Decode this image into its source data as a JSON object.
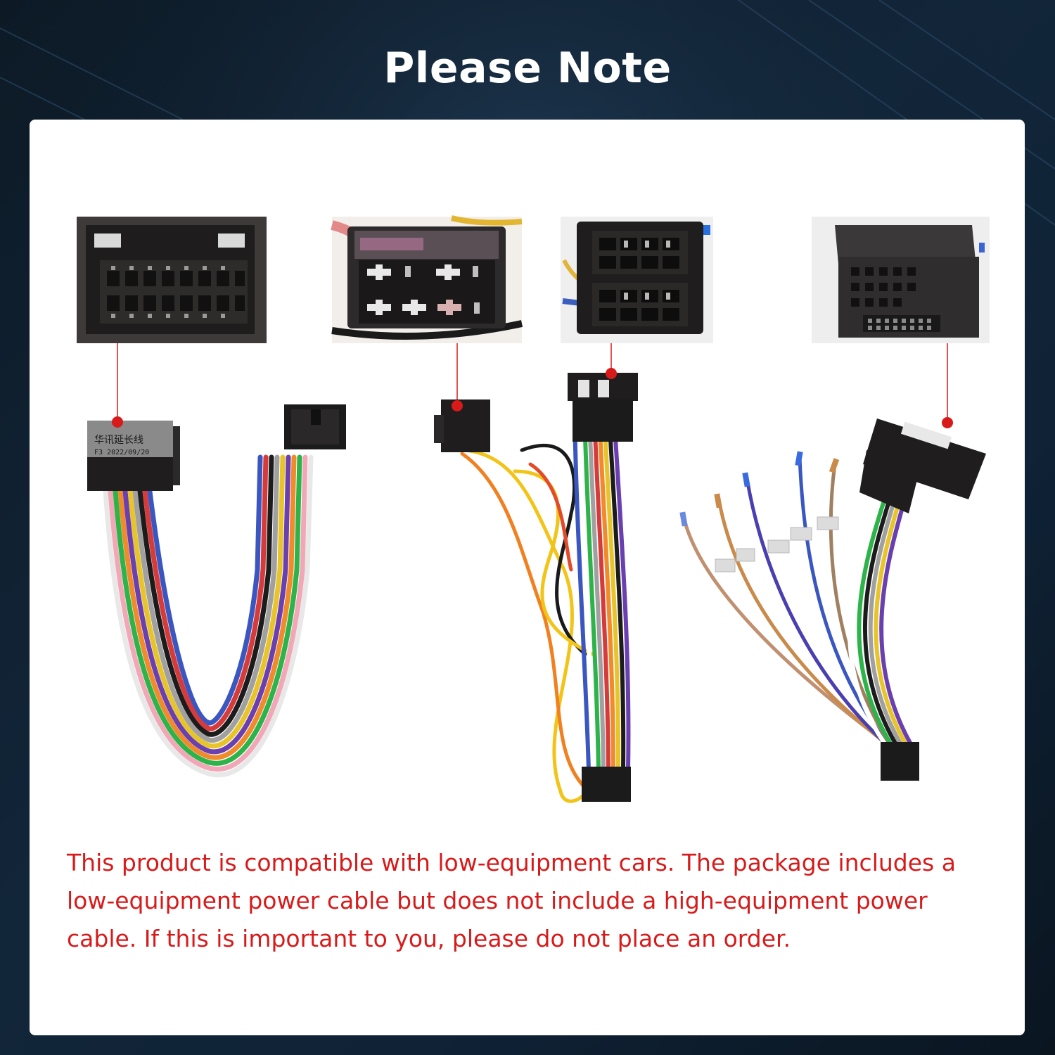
{
  "page": {
    "title": "Please Note",
    "note_text": "This product is compatible with low-equipment cars. The package includes a low-equipment power cable but does not include a high-equipment power cable. If this is important to you, please do not place an order.",
    "accent_color": "#d81a1a"
  },
  "cable1_label": {
    "line1": "华讯延长线",
    "line2": "F3 2022/09/20"
  }
}
